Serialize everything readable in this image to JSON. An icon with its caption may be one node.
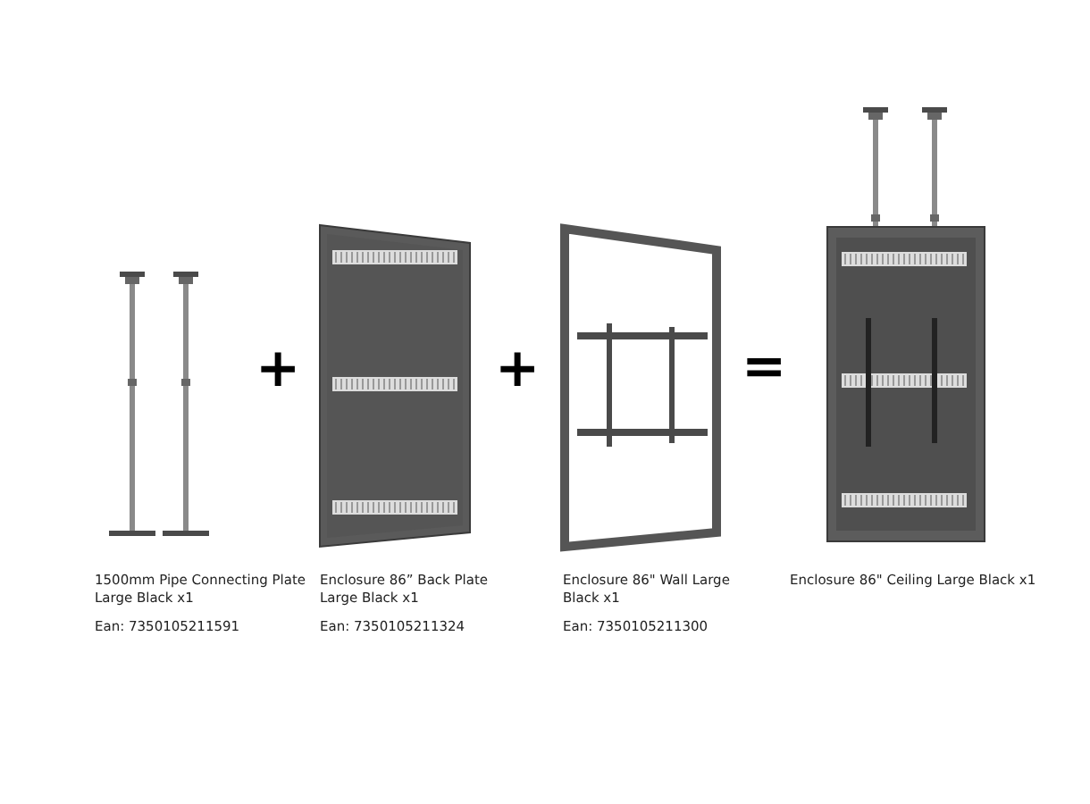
{
  "diagram": {
    "labels": [
      "+",
      "+",
      "=",
      "1500mm Pipe Connecting Plate Large Black x1",
      "Ean: 7350105211591",
      "Enclosure 86” Back Plate Large Black x1",
      "Ean: 7350105211324",
      "Enclosure 86\" Wall Large Black x1",
      "Ean: 7350105211300",
      "Enclosure 86\" Ceiling Large Black x1"
    ]
  }
}
